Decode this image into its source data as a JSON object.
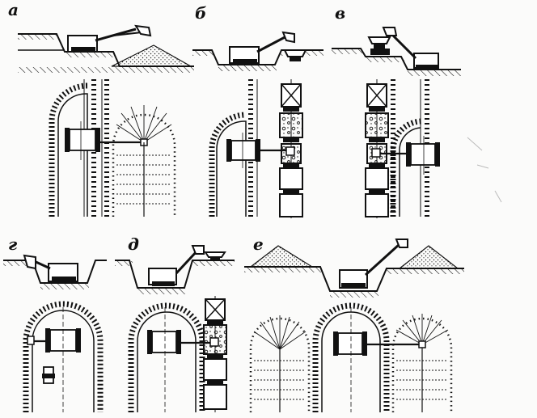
{
  "panels": [
    {
      "id": "a",
      "label": "а"
    },
    {
      "id": "b",
      "label": "б"
    },
    {
      "id": "v",
      "label": "в"
    },
    {
      "id": "g",
      "label": "г"
    },
    {
      "id": "d",
      "label": "д"
    },
    {
      "id": "e",
      "label": "е"
    }
  ],
  "colors": {
    "ink": "#111111",
    "paper": "#fbfbfa"
  },
  "icons": [
    "excavator-icon",
    "dump-truck-icon",
    "spoil-heap-icon",
    "ground-hatching-icon"
  ]
}
